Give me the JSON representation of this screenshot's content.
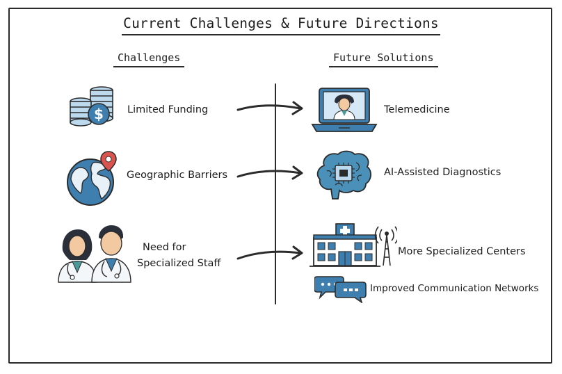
{
  "title": "Current Challenges & Future Directions",
  "columns": {
    "left_header": "Challenges",
    "right_header": "Future Solutions"
  },
  "challenges": [
    {
      "label": "Limited Funding",
      "icon": "coins-dollar-icon"
    },
    {
      "label": "Geographic Barriers",
      "icon": "globe-pin-icon"
    },
    {
      "label_line1": "Need for",
      "label_line2": "Specialized Staff",
      "icon": "doctors-icon"
    }
  ],
  "solutions": [
    {
      "label": "Telemedicine",
      "icon": "laptop-doctor-icon"
    },
    {
      "label": "AI-Assisted Diagnostics",
      "icon": "brain-chip-icon"
    },
    {
      "label": "More Specialized Centers",
      "icon": "hospital-tower-icon"
    },
    {
      "label": "Improved Communication Networks",
      "icon": "chat-bubbles-icon"
    }
  ],
  "colors": {
    "ink": "#2b2b2b",
    "blue": "#3f7fb0",
    "light_blue": "#bcd9ee",
    "teal": "#4a9a9a",
    "red_pin": "#d9534f",
    "skin": "#f2c9a0"
  }
}
